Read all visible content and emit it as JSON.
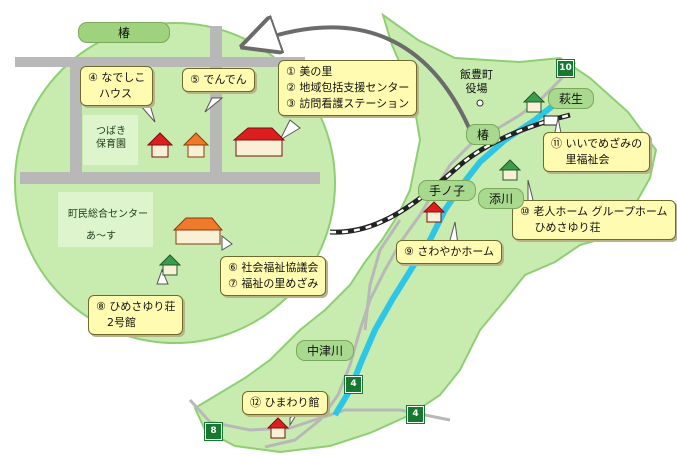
{
  "colors": {
    "land": "#c8ecaf",
    "land_edge": "#8fcf73",
    "road": "#b8b8b8",
    "river": "#2ec6e6",
    "callout_fill": "#fffbb0",
    "callout_border": "#6e6a2c",
    "route_marker": "#157a2f",
    "house_red": "#dd1e1e",
    "house_orange": "#f07a2b",
    "house_green": "#3d9b4c"
  },
  "inset": {
    "district": "椿",
    "nursery": [
      "つばき",
      "保育園"
    ],
    "center": [
      "町民総合センター",
      "あ～す"
    ]
  },
  "callouts": {
    "nadeshiko": [
      "④ なでしこ",
      "　ハウス"
    ],
    "denden": "⑤ でんでん",
    "mi_no_sato": [
      "① 美の里",
      "② 地域包括支援センター",
      "③ 訪問看護ステーション"
    ],
    "shakyo": [
      "⑥ 社会福祉協議会",
      "⑦ 福祉の里めざみ"
    ],
    "himesayuri2": [
      "⑧ ひめさゆり荘",
      "　2号館"
    ],
    "iidemezami": [
      "⑪ いいでめざみの",
      "　 里福祉会"
    ],
    "roujin_home": [
      "⑩ 老人ホーム グループホーム",
      "　 ひめさゆり荘"
    ],
    "sawayaka": "⑨ さわやかホーム",
    "himawari": "⑫ ひまわり館"
  },
  "places": {
    "town_office": [
      "飯豊町",
      "役場"
    ],
    "tsubaki": "椿",
    "hagyu": "萩生",
    "tenoko": "手ノ子",
    "soegawa": "添川",
    "nakatsugawa": "中津川"
  },
  "routes": {
    "r10": "10",
    "r4a": "4",
    "r4b": "4",
    "r8": "8"
  },
  "map_feature_icons": [
    "house-icon",
    "railway-icon",
    "river",
    "road"
  ]
}
